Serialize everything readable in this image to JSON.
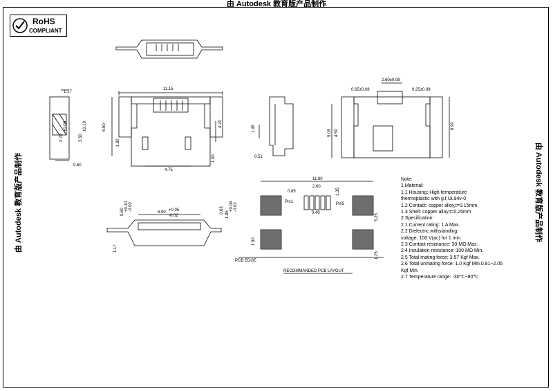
{
  "header": {
    "watermark": "由 Autodesk 教育版产品制作"
  },
  "side_watermarks": {
    "left": "由 Autodesk 教育版产品制作",
    "right": "由 Autodesk 教育版产品制作"
  },
  "rohs": {
    "title": "RoHS",
    "subtitle": "COMPLIANT"
  },
  "dims": {
    "top_left_w": "1.17",
    "front_width": "11.15",
    "front_height": "6.50",
    "front_inner": "4.20",
    "front_bottom": "4.75",
    "front_small_left": "1.82",
    "front_small_right": "1.00",
    "side_1_45": "1.45",
    "side_0_51": "0.51",
    "left_0_60": "0.60",
    "left_2_70": "2.70",
    "left_0_05": "±0.05",
    "left_3_50": "3.50",
    "left_0_10": "±0.10",
    "right_top": "2.60±0.08",
    "right_left": "0.65±0.08",
    "right_right": "0.25±0.08",
    "right_h1": "5.05",
    "right_h2": "4.50",
    "right_h3": "6.90",
    "bottom_6_90": "6.90",
    "bottom_0_05": "+0.05",
    "bottom_0_02": "-0.02",
    "bottom_1_17": "1.17",
    "bottom_0_60": "0.60",
    "bottom_0_10": "+0.10",
    "bottom_0_00": "-0.00",
    "bottom_0_63": "0.63",
    "bottom_1_85": "1.85",
    "bottom_0_08": "+0.08",
    "bottom_0_02b": "-0.02",
    "pcb_width": "11.80",
    "pcb_085": "0.85",
    "pcb_260": "2.60",
    "pcb_040": "0.40",
    "pcb_135": "1.35",
    "pcb_525": "5.25",
    "pcb_190": "1.90",
    "pcb_125": "1.25",
    "pin1": "Pin1",
    "pin5": "Pin5",
    "pcb_edge": "PCB EDGE",
    "pcb_layout": "RECOMMANDED PCB LAYOUT"
  },
  "notes": {
    "title": "Note:",
    "lines": [
      "1.Material:",
      "  1.1 Housing: High temperature",
      "       thermoplastic with g.f,UL94v-0",
      "  1.2 Contact: copper alloy,t=0.15mm",
      "  1.3 Shell: copper alloy,t=0.25mm",
      "2.Specification:",
      "  2.1 Current rating: 1 A Max.",
      "  2.2 Dielectric withstanding",
      "       voltage: 100 V(ac) for 1 min.",
      "  2.3 Contact resistance: 30 MΩ Max.",
      "  2.4 Insulation resistance: 100 MΩ Min.",
      "  2.5 Total mating force: 3.57 Kgf Max.",
      "  2.6 Total unmating force: 1.0 Kgf Min.0.81~2.05",
      "       Kgf Min.",
      "  2.7 Temperature range: -30℃~80℃"
    ]
  }
}
